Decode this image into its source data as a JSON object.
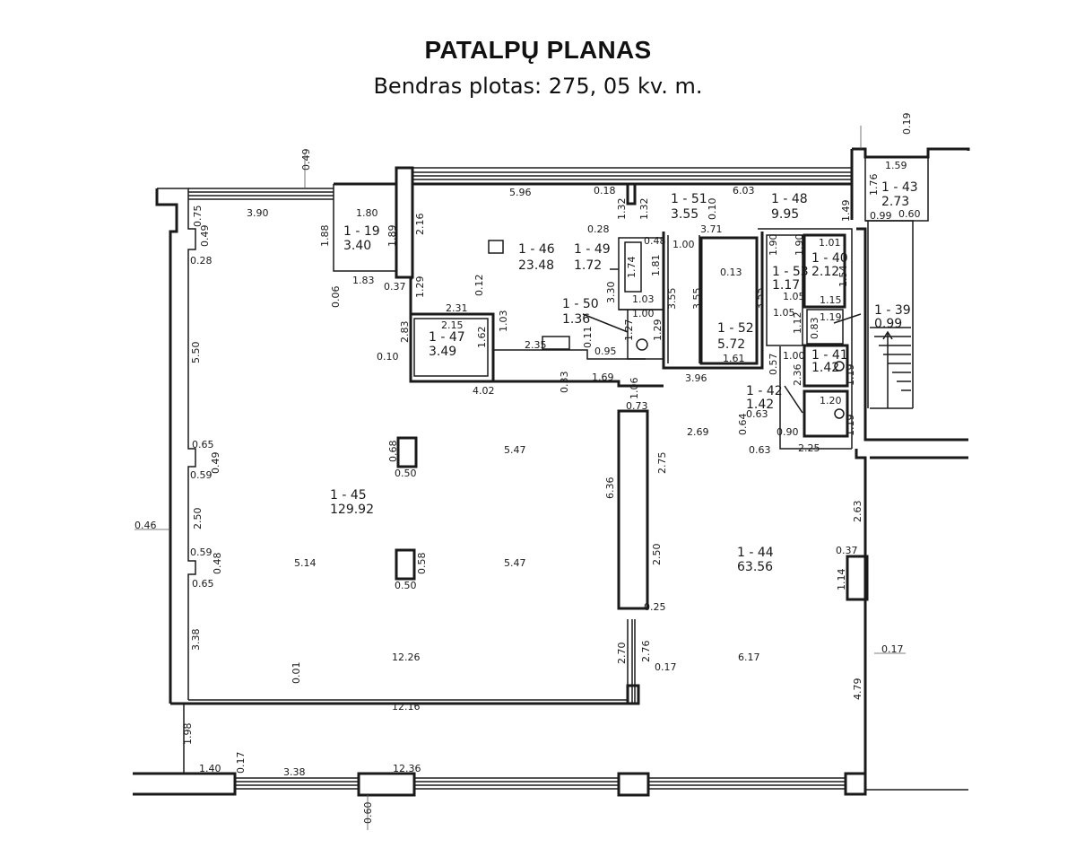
{
  "header": {
    "title": "PATALPŲ PLANAS",
    "subtitle": "Bendras plotas: 275, 05 kv. m."
  },
  "rooms": [
    {
      "id": "1 - 19",
      "area": "3.40"
    },
    {
      "id": "1 - 46",
      "area": "23.48"
    },
    {
      "id": "1 - 49",
      "area": "1.72"
    },
    {
      "id": "1 - 51",
      "area": "3.55"
    },
    {
      "id": "1 - 48",
      "area": "9.95"
    },
    {
      "id": "1 - 43",
      "area": "2.73"
    },
    {
      "id": "1 - 40",
      "area": "2.12"
    },
    {
      "id": "1 - 53",
      "area": "1.17"
    },
    {
      "id": "1 - 39",
      "area": "0.99"
    },
    {
      "id": "1 - 50",
      "area": "1.36"
    },
    {
      "id": "1 - 47",
      "area": "3.49"
    },
    {
      "id": "1 - 52",
      "area": "5.72"
    },
    {
      "id": "1 - 41",
      "area": "1.42"
    },
    {
      "id": "1 - 42",
      "area": "1.42"
    },
    {
      "id": "1 - 45",
      "area": "129.92"
    },
    {
      "id": "1 - 44",
      "area": "63.56"
    }
  ],
  "dimensions": [
    "0.49",
    "0.19",
    "1.59",
    "1.76",
    "5.96",
    "0.18",
    "6.03",
    "1.32",
    "1.32",
    "3.90",
    "1.80",
    "0.75",
    "0.49",
    "0.28",
    "1.88",
    "1.89",
    "2.16",
    "1.83",
    "0.06",
    "0.37",
    "1.29",
    "0.12",
    "0.28",
    "0.48",
    "1.00",
    "3.71",
    "0.10",
    "1.90",
    "1.90",
    "1.01",
    "1.54",
    "1.49",
    "0.99",
    "0.60",
    "2.31",
    "2.15",
    "2.83",
    "1.62",
    "1.03",
    "2.35",
    "0.11",
    "0.95",
    "0.10",
    "1.74",
    "1.81",
    "1.03",
    "3.30",
    "1.00",
    "1.27",
    "1.29",
    "3.55",
    "3.55",
    "3.55",
    "0.13",
    "1.61",
    "1.05",
    "1.05",
    "1.12",
    "0.83",
    "1.15",
    "1.19",
    "1.00",
    "0.57",
    "2.36",
    "1.19",
    "1.20",
    "1.19",
    "0.63",
    "0.90",
    "0.64",
    "0.63",
    "2.25",
    "4.02",
    "0.33",
    "1.69",
    "1.06",
    "3.96",
    "0.73",
    "2.69",
    "5.50",
    "0.65",
    "0.59",
    "0.49",
    "2.50",
    "0.59",
    "0.48",
    "0.65",
    "0.68",
    "0.50",
    "5.47",
    "6.36",
    "2.75",
    "0.46",
    "5.14",
    "0.58",
    "0.50",
    "5.47",
    "2.50",
    "2.63",
    "0.37",
    "1.14",
    "0.25",
    "3.38",
    "0.01",
    "12.26",
    "2.70",
    "2.76",
    "0.17",
    "6.17",
    "0.17",
    "4.79",
    "12.16",
    "1.98",
    "1.40",
    "0.17",
    "3.38",
    "12.36",
    "0.60"
  ]
}
